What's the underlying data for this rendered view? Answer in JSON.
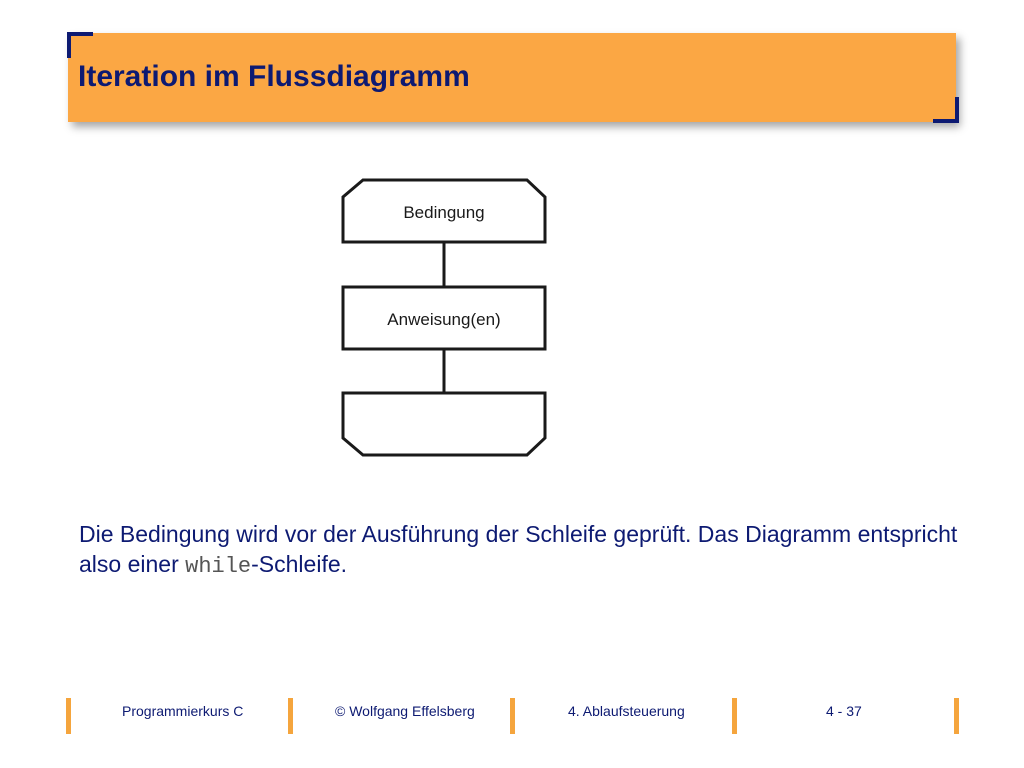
{
  "slide": {
    "title": "Iteration im Flussdiagramm"
  },
  "diagram": {
    "condition_label": "Bedingung",
    "statement_label": "Anweisung(en)",
    "end_label": ""
  },
  "body": {
    "text_part1": "Die Bedingung wird vor der Ausführung der Schleife geprüft. Das Diagramm entspricht also einer ",
    "keyword": "while",
    "text_part2": "-Schleife."
  },
  "footer": {
    "course": "Programmierkurs C",
    "author": "© Wolfgang Effelsberg",
    "chapter": "4. Ablaufsteuerung",
    "page": "4 - 37"
  },
  "colors": {
    "title_bar": "#fba744",
    "title_text": "#0d1a72",
    "accent_bars": "#f5a53d",
    "body_text": "#0d1a72"
  }
}
